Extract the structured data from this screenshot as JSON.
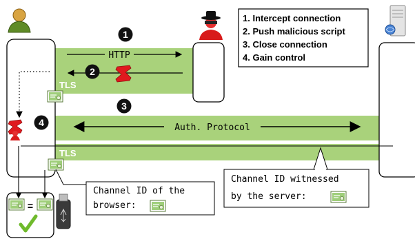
{
  "steps_box": {
    "items": [
      "1. Intercept connection",
      "2. Push malicious script",
      "3. Close connection",
      "4. Gain control"
    ]
  },
  "badges": [
    "1",
    "2",
    "3",
    "4"
  ],
  "channels": {
    "http_label": "HTTP",
    "tls_label_top": "TLS",
    "auth_label": "Auth. Protocol",
    "tls_label_bottom": "TLS"
  },
  "callouts": {
    "browser_line1": "Channel ID of the",
    "browser_line2": "browser:",
    "server_line1": "Channel ID witnessed",
    "server_line2": "by the server:"
  },
  "compare_symbol": "=",
  "icons": {
    "user": "user-icon",
    "attacker": "attacker-spy-icon",
    "server": "server-icon",
    "malicious_script": "red-scroll-icon",
    "certificate": "certificate-icon",
    "usb_token": "usb-token-icon",
    "check": "green-check-icon"
  },
  "colors": {
    "channel_green": "#a9d27b",
    "check_green": "#6fba2c",
    "scroll_red": "#e0191e",
    "badge_black": "#111111",
    "cert_green": "#9fce7a"
  }
}
